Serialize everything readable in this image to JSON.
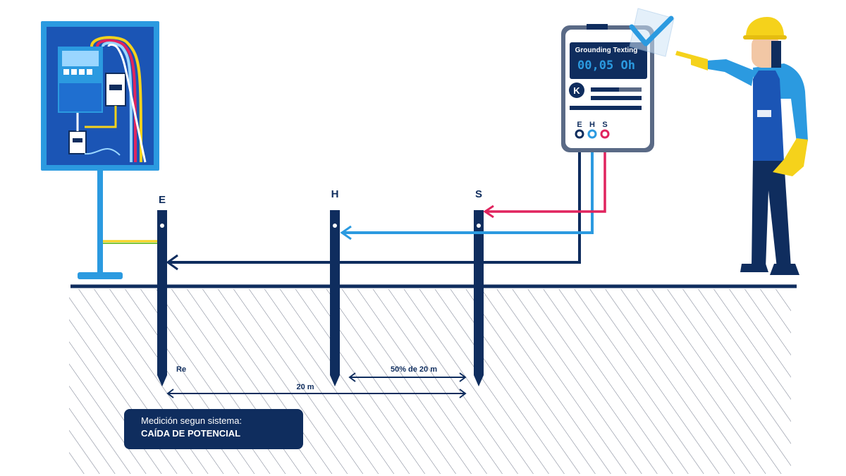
{
  "electrodes": {
    "e_label": "E",
    "h_label": "H",
    "s_label": "S"
  },
  "meter": {
    "title": "Grounding Texting",
    "reading": "00,05 Oh",
    "brand_letter": "K",
    "terminal_e": "E",
    "terminal_h": "H",
    "terminal_s": "S"
  },
  "measurements": {
    "re_label": "Re",
    "distance_total": "20 m",
    "distance_half": "50% de 20 m"
  },
  "caption": {
    "line1": "Medición segun sistema:",
    "line2": "CAÍDA DE POTENCIAL"
  },
  "colors": {
    "navy": "#0f2d5e",
    "blue": "#2b9ae0",
    "pink": "#e0245e",
    "yellow": "#f5d21b",
    "green": "#7cc43f",
    "panel": "#1f6fd0"
  }
}
